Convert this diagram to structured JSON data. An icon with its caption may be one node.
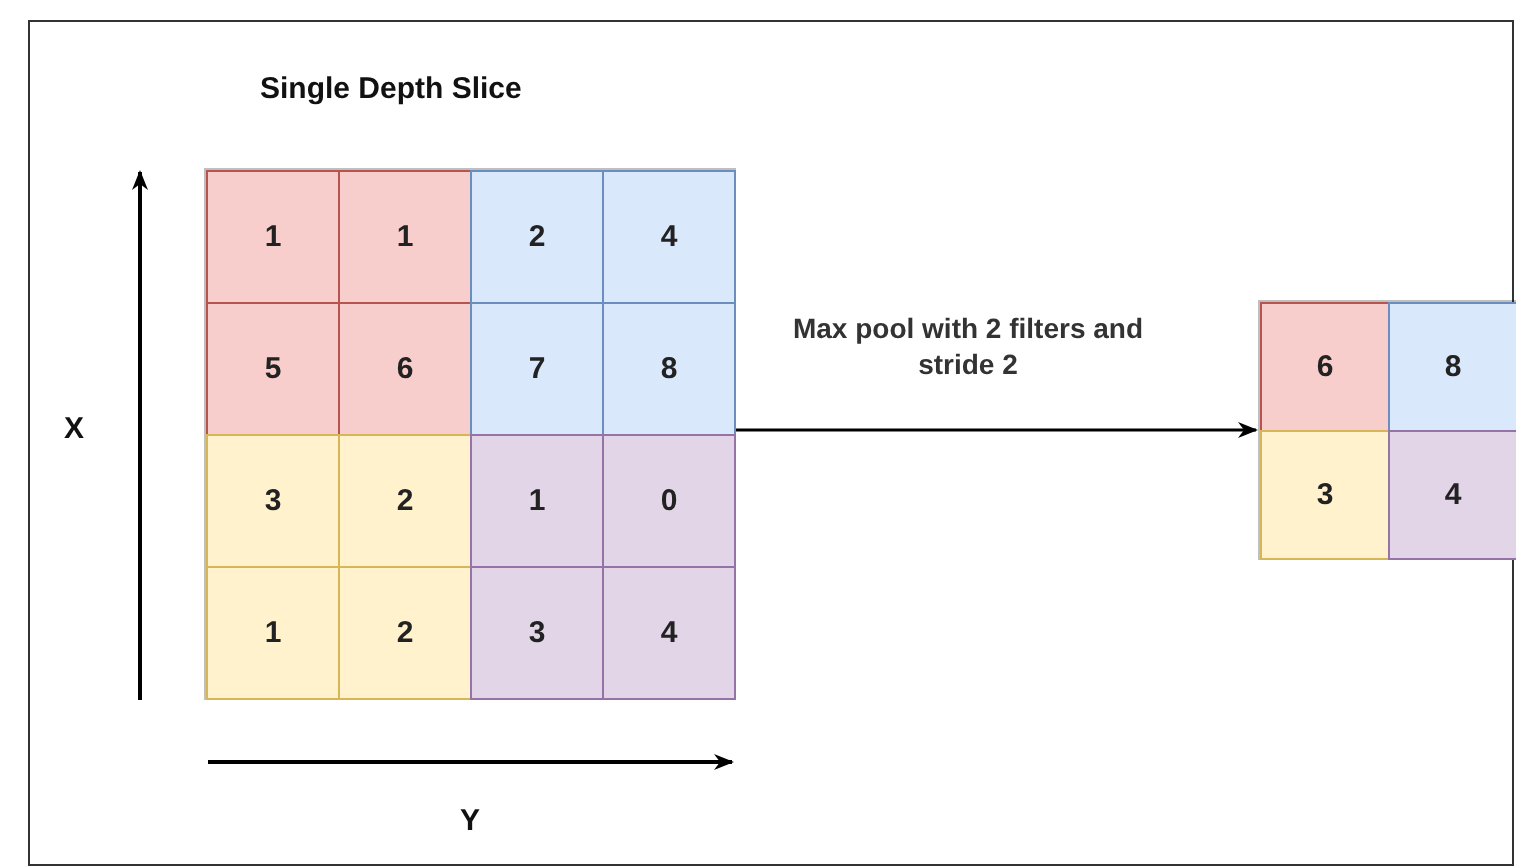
{
  "diagram": {
    "title": "Single Depth Slice",
    "nodes": [
      {
        "text": [],
        "shape": "box"
      },
      {
        "text": [
          "1"
        ],
        "in": 0
      },
      {
        "text": [
          "1"
        ],
        "in": 0
      },
      {
        "text": [
          "2"
        ],
        "in": 0
      },
      {
        "text": [
          "4"
        ],
        "in": 0
      },
      {
        "text": [
          "5"
        ],
        "in": 0
      },
      {
        "text": [
          "6"
        ],
        "in": 0
      },
      {
        "text": [
          "7"
        ],
        "in": 0
      },
      {
        "text": [
          "8"
        ],
        "in": 0
      },
      {
        "text": [
          "3"
        ],
        "in": 0
      },
      {
        "text": [
          "2"
        ],
        "in": 0
      },
      {
        "text": [
          "1"
        ],
        "in": 0
      },
      {
        "text": [
          "0"
        ],
        "in": 0
      },
      {
        "text": [
          "1"
        ],
        "in": 0
      },
      {
        "text": [
          "2"
        ],
        "in": 0
      },
      {
        "text": [
          "3"
        ],
        "in": 0
      },
      {
        "text": [
          "4"
        ],
        "in": 0
      },
      {
        "text": [],
        "shape": "box"
      },
      {
        "text": [
          "6"
        ],
        "in": 17
      },
      {
        "text": [
          "8"
        ],
        "in": 17
      },
      {
        "text": [
          "3"
        ],
        "in": 17
      },
      {
        "text": [
          "4"
        ],
        "in": 17
      }
    ],
    "edges": [
      {
        "from": 0,
        "to": 17,
        "arrow": "to",
        "label": "Max pool with 2 filters and stride 2"
      }
    ],
    "labels": [
      "X",
      "Y"
    ]
  }
}
